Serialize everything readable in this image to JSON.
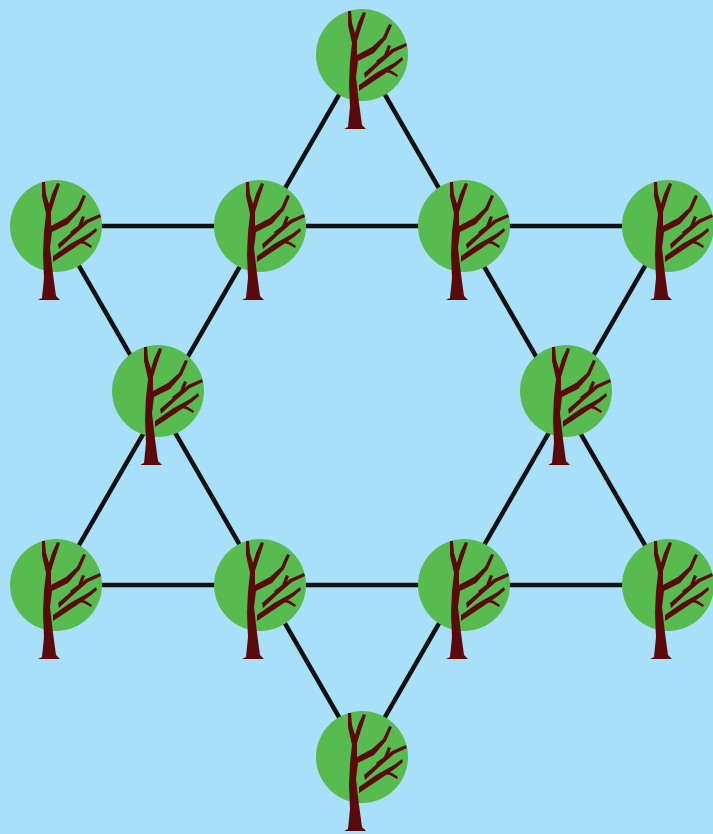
{
  "colors": {
    "background": "#a8dff9",
    "line": "#111111",
    "canopy": "#57bb50",
    "trunk": "#5a0a0a"
  },
  "diagram": {
    "shape": "hexagram",
    "node_icon": "tree-icon",
    "node_count": 12,
    "line_count": 6,
    "trees_per_line": 4
  }
}
